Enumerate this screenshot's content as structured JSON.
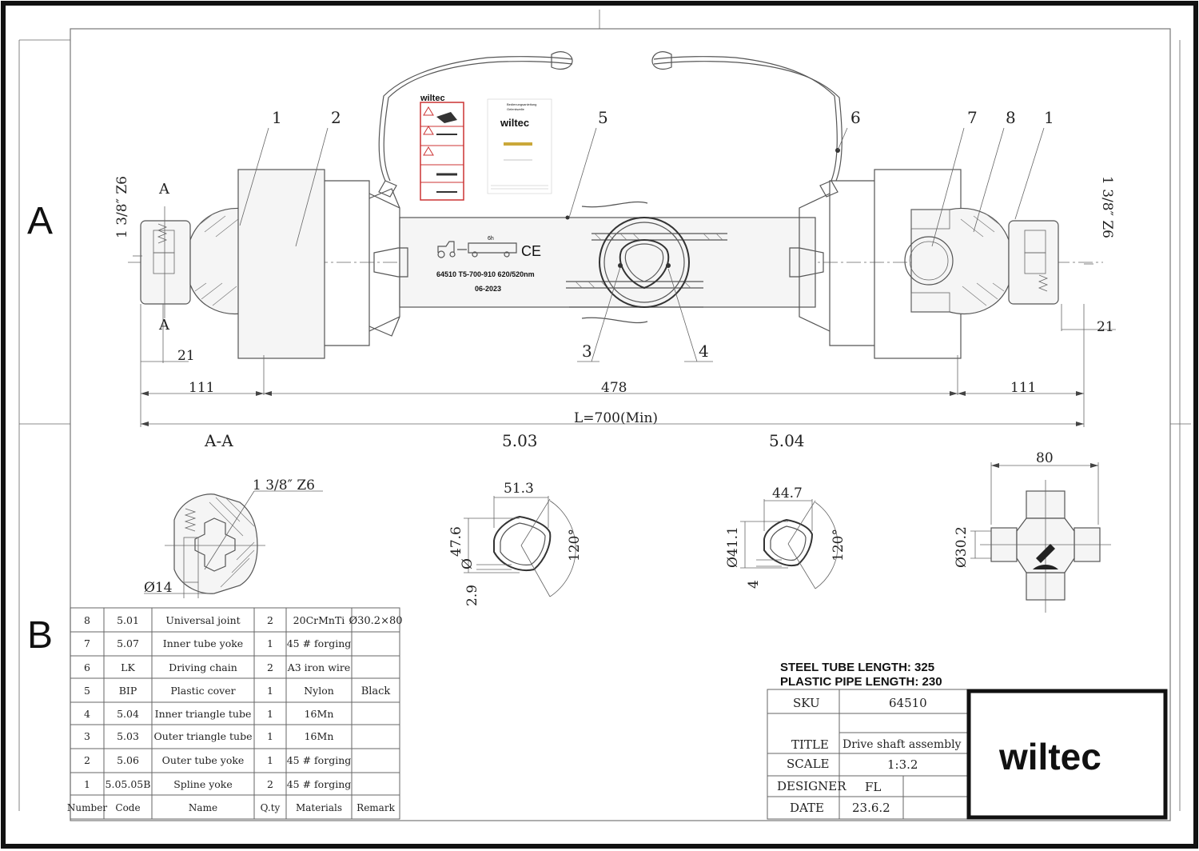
{
  "zones": {
    "a": "A",
    "b": "B"
  },
  "balloons": [
    "1",
    "2",
    "5",
    "6",
    "7",
    "8",
    "1",
    "3",
    "4"
  ],
  "dims": {
    "thread_left": "1 3/8″ Z6",
    "thread_right": "1 3/8″ Z6",
    "section_mark": "A",
    "d21_left": "21",
    "d21_right": "21",
    "d111_left": "111",
    "d478": "478",
    "d111_right": "111",
    "overall": "L=700(Min)"
  },
  "label": {
    "brand": "wiltec",
    "line1": "64510 T5-700-910 620/520nm",
    "line2": "06-2023",
    "ce": "CE",
    "speed": "6h"
  },
  "sheet": {
    "brand": "wiltec",
    "small_text": [
      "Bedienungsanleitung",
      "Gelenkwelle"
    ]
  },
  "sections": {
    "aa": {
      "title": "A-A",
      "thread": "1 3/8″ Z6",
      "dia": "Ø14"
    },
    "s503": {
      "title": "5.03",
      "width": "51.3",
      "height": "47.6",
      "wall": "2.9",
      "angle": "120°"
    },
    "s504": {
      "title": "5.04",
      "width": "44.7",
      "height": "Ø41.1",
      "wall": "4",
      "angle": "120°"
    },
    "cross": {
      "width": "80",
      "dia": "Ø30.2"
    }
  },
  "bom": {
    "headers": [
      "Number",
      "Code",
      "Name",
      "Q.ty",
      "Materials",
      "Remark"
    ],
    "rows": [
      [
        "8",
        "5.01",
        "Universal joint",
        "2",
        "20CrMnTi",
        "Ø30.2×80"
      ],
      [
        "7",
        "5.07",
        "Inner tube yoke",
        "1",
        "45 # forging",
        ""
      ],
      [
        "6",
        "LK",
        "Driving chain",
        "2",
        "A3 iron wire",
        ""
      ],
      [
        "5",
        "BIP",
        "Plastic cover",
        "1",
        "Nylon",
        "Black"
      ],
      [
        "4",
        "5.04",
        "Inner triangle tube",
        "1",
        "16Mn",
        ""
      ],
      [
        "3",
        "5.03",
        "Outer triangle tube",
        "1",
        "16Mn",
        ""
      ],
      [
        "2",
        "5.06",
        "Outer tube yoke",
        "1",
        "45 # forging",
        ""
      ],
      [
        "1",
        "5.05.05B",
        "Spline yoke",
        "2",
        "45 # forging",
        ""
      ]
    ]
  },
  "notes": {
    "steel": "STEEL TUBE LENGTH: 325",
    "plastic": "PLASTIC PIPE LENGTH: 230"
  },
  "title_block": {
    "sku_label": "SKU",
    "sku": "64510",
    "title_label": "TITLE",
    "title": "Drive shaft assembly",
    "scale_label": "SCALE",
    "scale": "1:3.2",
    "designer_label": "DESIGNER",
    "designer": "FL",
    "date_label": "DATE",
    "date": "23.6.2",
    "logo": "wiltec",
    "logo_color": "#3a8a9a"
  }
}
